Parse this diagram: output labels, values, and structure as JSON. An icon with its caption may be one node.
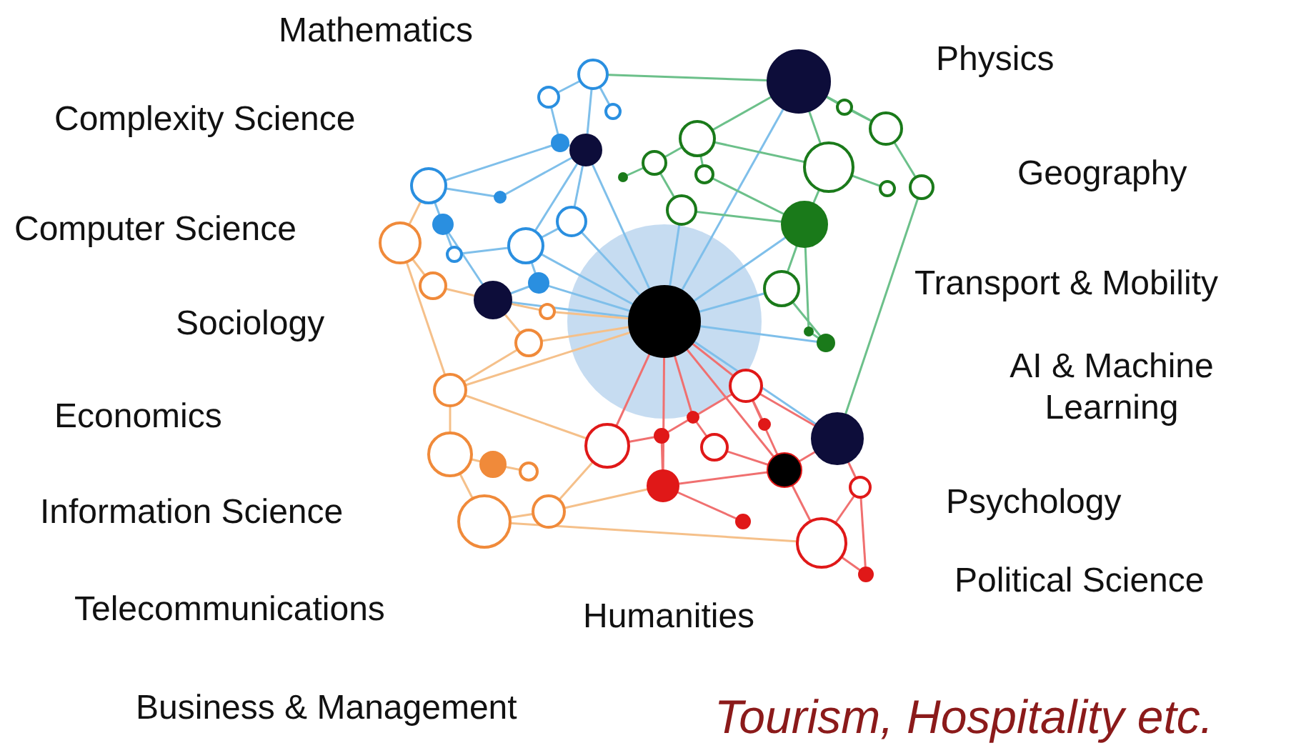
{
  "diagram": {
    "labels": [
      "Mathematics",
      "Physics",
      "Complexity Science",
      "Geography",
      "Computer Science",
      "Transport & Mobility",
      "Sociology",
      "AI & Machine Learning",
      "Economics",
      "Psychology",
      "Information Science",
      "Political Science",
      "Telecommunications",
      "Humanities",
      "Business & Management",
      "Tourism, Hospitality etc."
    ]
  }
}
